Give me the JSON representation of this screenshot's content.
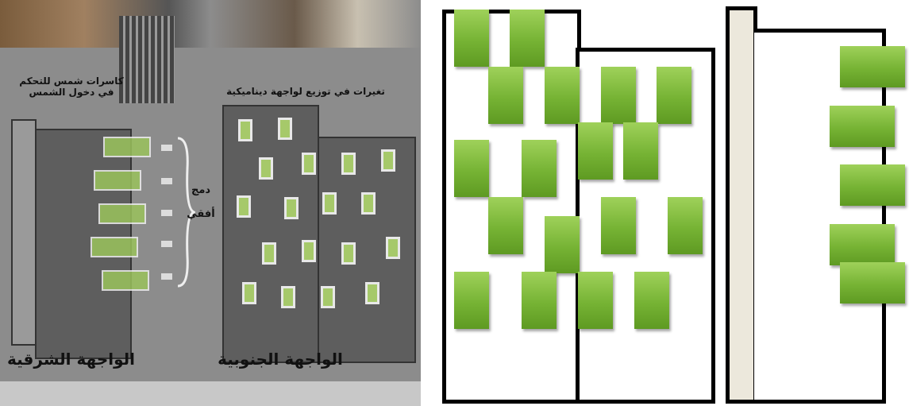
{
  "left_panel": {
    "label_sunbreakers": "كاسرات شمس للتحكم في دخول الشمس",
    "label_dynamic": "تغيرات في توزيع لواجهة ديناميكية",
    "label_horizontal": "دمج أفقي",
    "label_east": "الواجهة الشرقية",
    "label_south": "الواجهة الجنوبية"
  },
  "colors": {
    "green": "#76b334",
    "gray": "#8c8c8c",
    "dark": "#5e5e5e"
  }
}
